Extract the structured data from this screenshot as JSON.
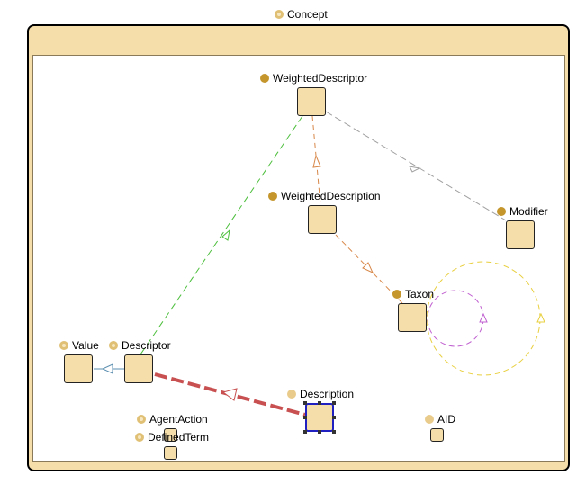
{
  "container": {
    "label": "Concept",
    "icon": "ring"
  },
  "nodes": {
    "weighted_descriptor": {
      "label": "WeightedDescriptor",
      "icon": "full"
    },
    "weighted_description": {
      "label": "WeightedDescription",
      "icon": "full"
    },
    "modifier": {
      "label": "Modifier",
      "icon": "full"
    },
    "taxon": {
      "label": "Taxon",
      "icon": "full"
    },
    "value": {
      "label": "Value",
      "icon": "ring"
    },
    "descriptor": {
      "label": "Descriptor",
      "icon": "ring"
    },
    "description": {
      "label": "Description",
      "icon": "light"
    },
    "agent_action": {
      "label": "AgentAction",
      "icon": "ring"
    },
    "defined_term": {
      "label": "DefinedTerm",
      "icon": "ring"
    },
    "aid": {
      "label": "AID",
      "icon": "light"
    }
  },
  "colors": {
    "node_fill": "#f5deaa",
    "edge_orange": "#d8884a",
    "edge_gray": "#a0a0a0",
    "edge_green": "#4cbf3c",
    "edge_blue": "#5c8fb0",
    "edge_red": "#c85050",
    "edge_yellow": "#e8d040",
    "edge_purple": "#c060d0",
    "selection": "#2020c0"
  }
}
